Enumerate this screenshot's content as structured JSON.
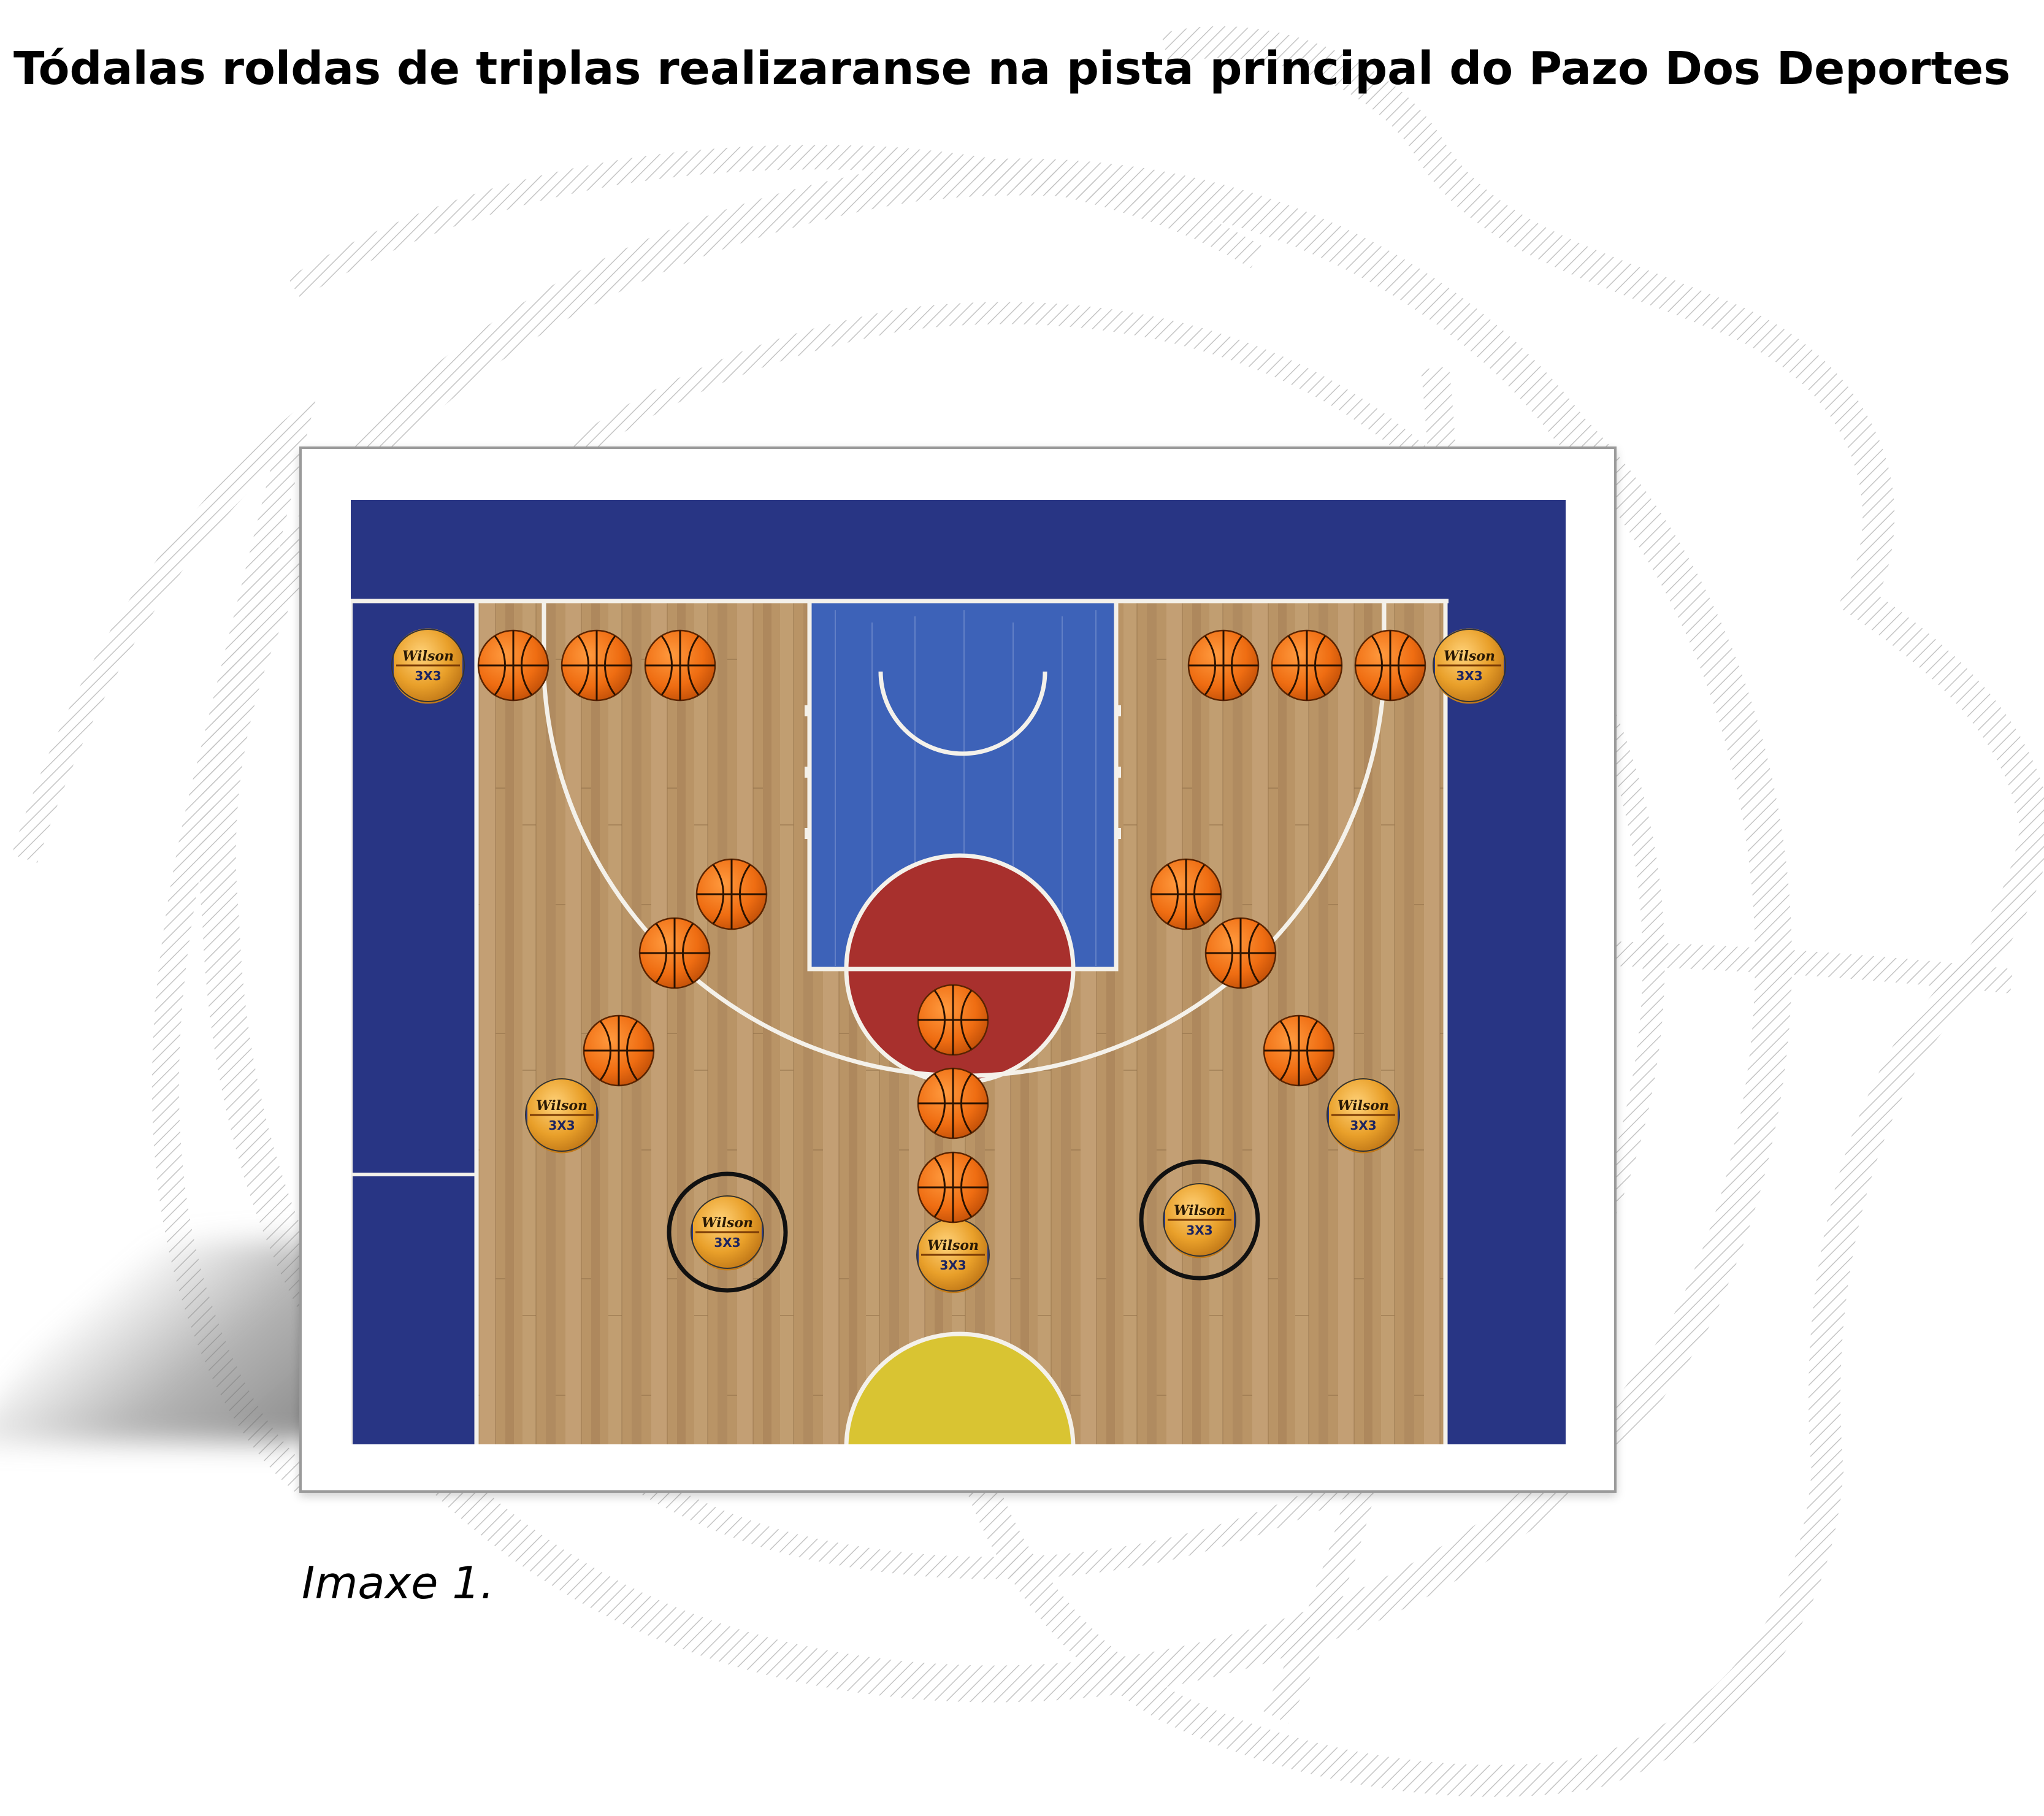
{
  "heading": "Tódalas roldas de triplas realizaranse na pista principal do Pazo Dos Deportes",
  "caption": "Imaxe 1.",
  "figure": {
    "ball_brand_text": "Wilson",
    "ball_model_text": "3X3",
    "colors": {
      "court_blue": "#283584",
      "paint_blue": "#3d62b8",
      "wood": "#b99466",
      "circle_red": "#a8302d",
      "circle_yellow": "#d9c432",
      "line_white": "#f4f1ea",
      "ball_orange": "#ef6d12",
      "highlight_ring": "#111111"
    },
    "ball_groups": [
      {
        "name": "left-corner",
        "orange_balls": 3,
        "money_balls": 1
      },
      {
        "name": "left-wing",
        "orange_balls": 3,
        "money_balls": 1
      },
      {
        "name": "top-key",
        "orange_balls": 3,
        "money_balls": 1
      },
      {
        "name": "right-wing",
        "orange_balls": 3,
        "money_balls": 1
      },
      {
        "name": "right-corner",
        "orange_balls": 3,
        "money_balls": 1
      }
    ],
    "circled_racks": [
      "left-wing-deep",
      "right-wing-deep"
    ]
  }
}
